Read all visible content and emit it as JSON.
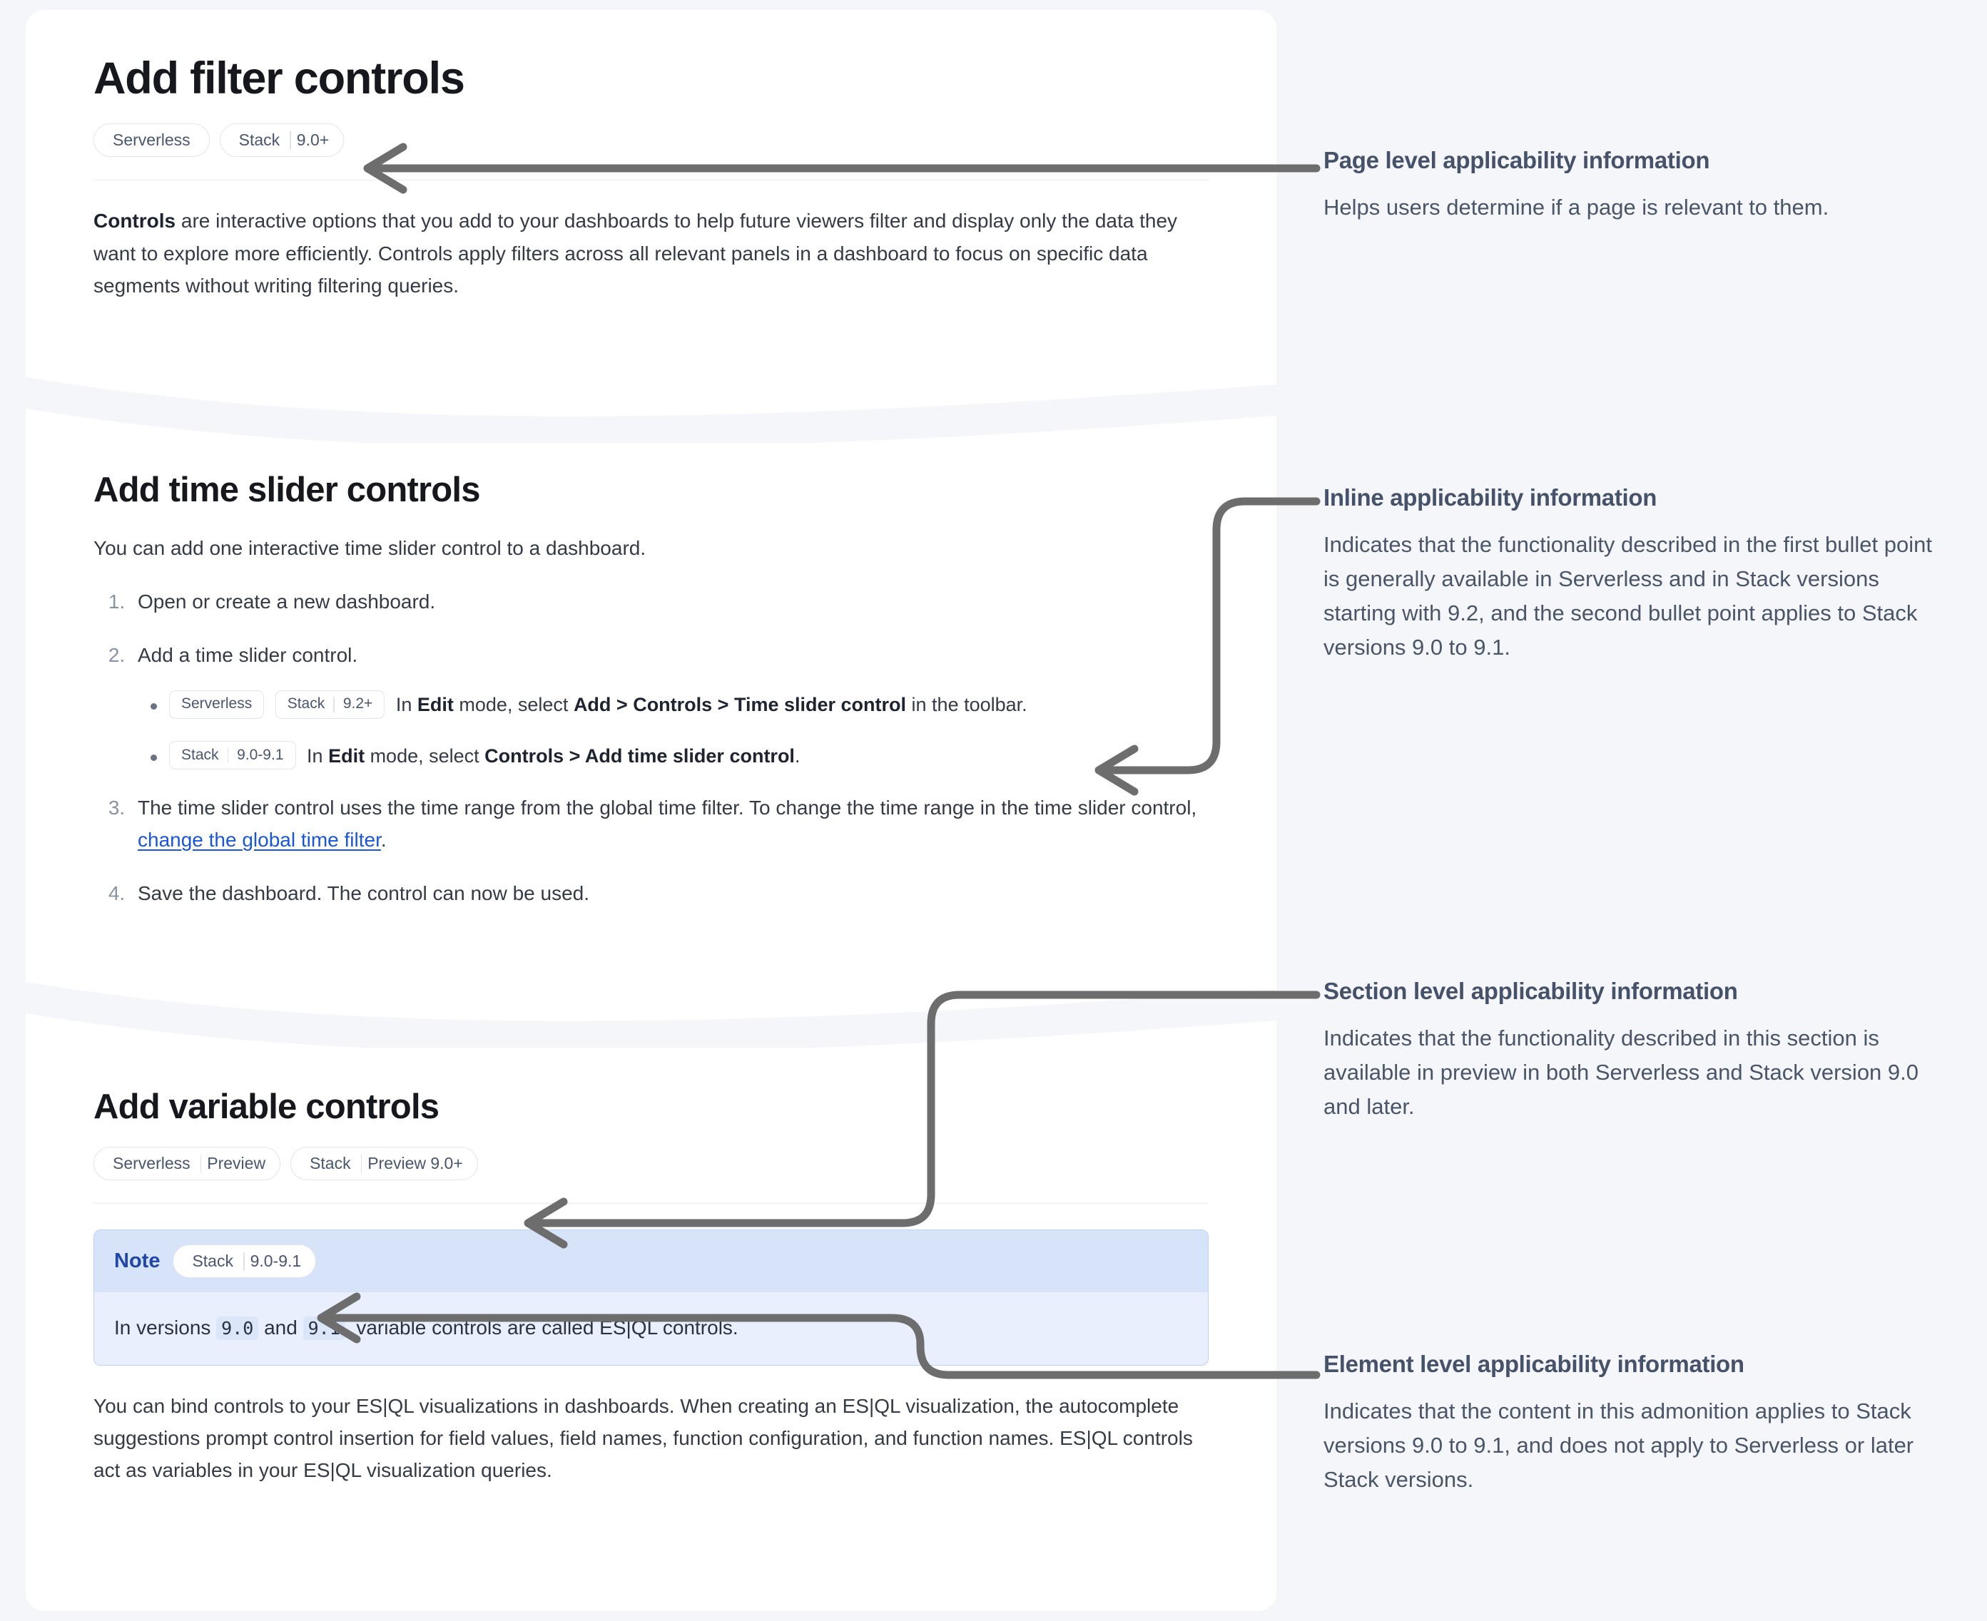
{
  "doc": {
    "page_title": "Add filter controls",
    "page_applicability": [
      {
        "name": "Serverless",
        "version": ""
      },
      {
        "name": "Stack",
        "version": "9.0+"
      }
    ],
    "intro": {
      "lead_bold": "Controls",
      "text": " are interactive options that you add to your dashboards to help future viewers filter and display only the data they want to explore more efficiently. Controls apply filters across all relevant panels in a dashboard to focus on specific data segments without writing filtering queries."
    },
    "section_time_slider": {
      "title": "Add time slider controls",
      "lead": "You can add one interactive time slider control to a dashboard.",
      "steps": [
        {
          "text": "Open or create a new dashboard."
        },
        {
          "text": "Add a time slider control."
        },
        {
          "text_pre": "The time slider control uses the time range from the global time filter. To change the time range in the time slider control, ",
          "link": "change the global time filter",
          "text_post": "."
        },
        {
          "text": "Save the dashboard. The control can now be used."
        }
      ],
      "substeps": [
        {
          "badges": [
            {
              "name": "Serverless",
              "version": ""
            },
            {
              "name": "Stack",
              "version": "9.2+"
            }
          ],
          "pre": "In ",
          "b1": "Edit",
          "mid1": " mode, select ",
          "b2": "Add > Controls > Time slider control",
          "post": " in the toolbar."
        },
        {
          "badges": [
            {
              "name": "Stack",
              "version": "9.0-9.1"
            }
          ],
          "pre": "In ",
          "b1": "Edit",
          "mid1": " mode, select ",
          "b2": "Controls > Add time slider control",
          "post": "."
        }
      ]
    },
    "section_variable": {
      "title": "Add variable controls",
      "applicability": [
        {
          "name": "Serverless",
          "version": "Preview"
        },
        {
          "name": "Stack",
          "version": "Preview 9.0+"
        }
      ],
      "note": {
        "label": "Note",
        "badge": {
          "name": "Stack",
          "version": "9.0-9.1"
        },
        "body_pre": "In versions ",
        "code_1": "9.0",
        "body_mid": " and ",
        "code_2": "9.1",
        "body_post": ", variable controls are called ES|QL controls."
      },
      "paragraph": "You can bind controls to your ES|QL visualizations in dashboards. When creating an ES|QL visualization, the autocomplete suggestions prompt control insertion for field values, field names, function configuration, and function names. ES|QL controls act as variables in your ES|QL visualization queries."
    }
  },
  "annotations": [
    {
      "title": "Page level applicability information",
      "body": "Helps users determine if a page is relevant to them."
    },
    {
      "title": "Inline applicability information",
      "body": "Indicates that the functionality described in the first bullet point is generally available in Serverless and in Stack versions starting with 9.2, and the second bullet point applies to Stack versions 9.0 to 9.1."
    },
    {
      "title": "Section level applicability information",
      "body": "Indicates that the functionality described in this section is available in preview in both Serverless and Stack version 9.0 and later."
    },
    {
      "title": "Element level applicability information",
      "body": "Indicates that the content in this admonition applies to Stack versions 9.0 to 9.1, and does not apply to Serverless or later Stack versions."
    }
  ],
  "colors": {
    "page_background": "#f5f6fa",
    "panel_background": "#ffffff",
    "connector": "#6d6d6d",
    "link": "#1a56db",
    "annotation_text": "#4a5568",
    "note_header": "#d7e3f9",
    "note_body": "#e9effc",
    "note_border": "#bcd3f3",
    "note_label": "#1f46a8",
    "pill_text": "#49566e",
    "pill_border": "#e3e5ee"
  }
}
